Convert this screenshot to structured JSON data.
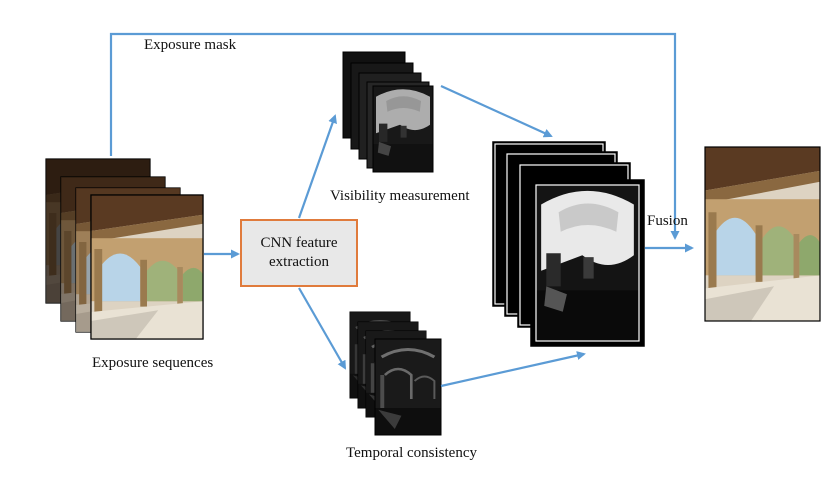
{
  "labels": {
    "exposure_mask": "Exposure mask",
    "exposure_sequences": "Exposure sequences",
    "visibility_measurement": "Visibility measurement",
    "temporal_consistency": "Temporal consistency",
    "fusion": "Fusion"
  },
  "cnn_box": {
    "line1": "CNN feature",
    "line2": "extraction"
  },
  "colors": {
    "arrow": "#5b9bd5",
    "box_border": "#e07b3c",
    "box_fill": "#e8e8e8"
  }
}
